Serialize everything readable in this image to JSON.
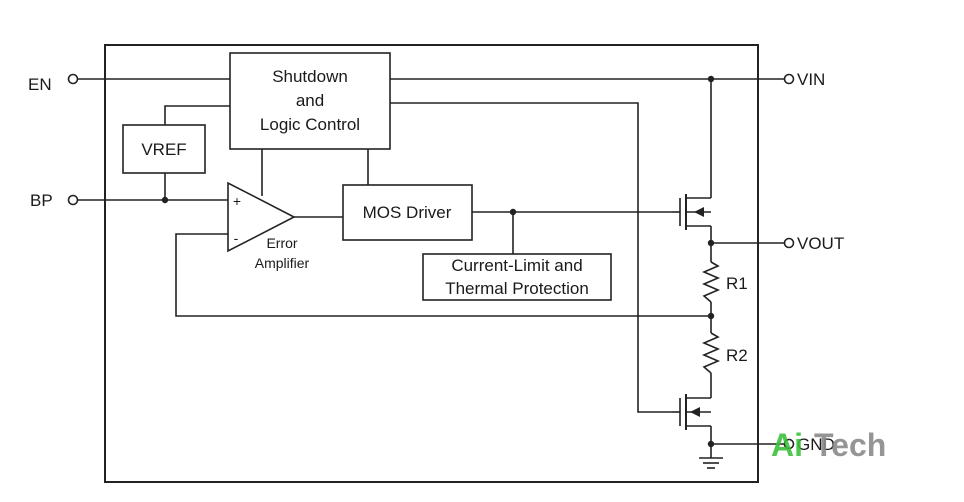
{
  "pins": {
    "en": "EN",
    "bp": "BP",
    "vin": "VIN",
    "vout": "VOUT",
    "gnd": "GND"
  },
  "blocks": {
    "shutdown_line1": "Shutdown",
    "shutdown_line2": "and",
    "shutdown_line3": "Logic Control",
    "vref": "VREF",
    "mos_driver": "MOS Driver",
    "current_limit_line1": "Current-Limit and",
    "current_limit_line2": "Thermal Protection",
    "error_amp_line1": "Error",
    "error_amp_line2": "Amplifier",
    "plus": "+",
    "minus": "-"
  },
  "resistors": {
    "r1": "R1",
    "r2": "R2"
  },
  "watermark": {
    "part1": "Ai",
    "part2": "Tech",
    "color_ai": "#3cc03c",
    "color_tech": "#8a8a8a"
  }
}
